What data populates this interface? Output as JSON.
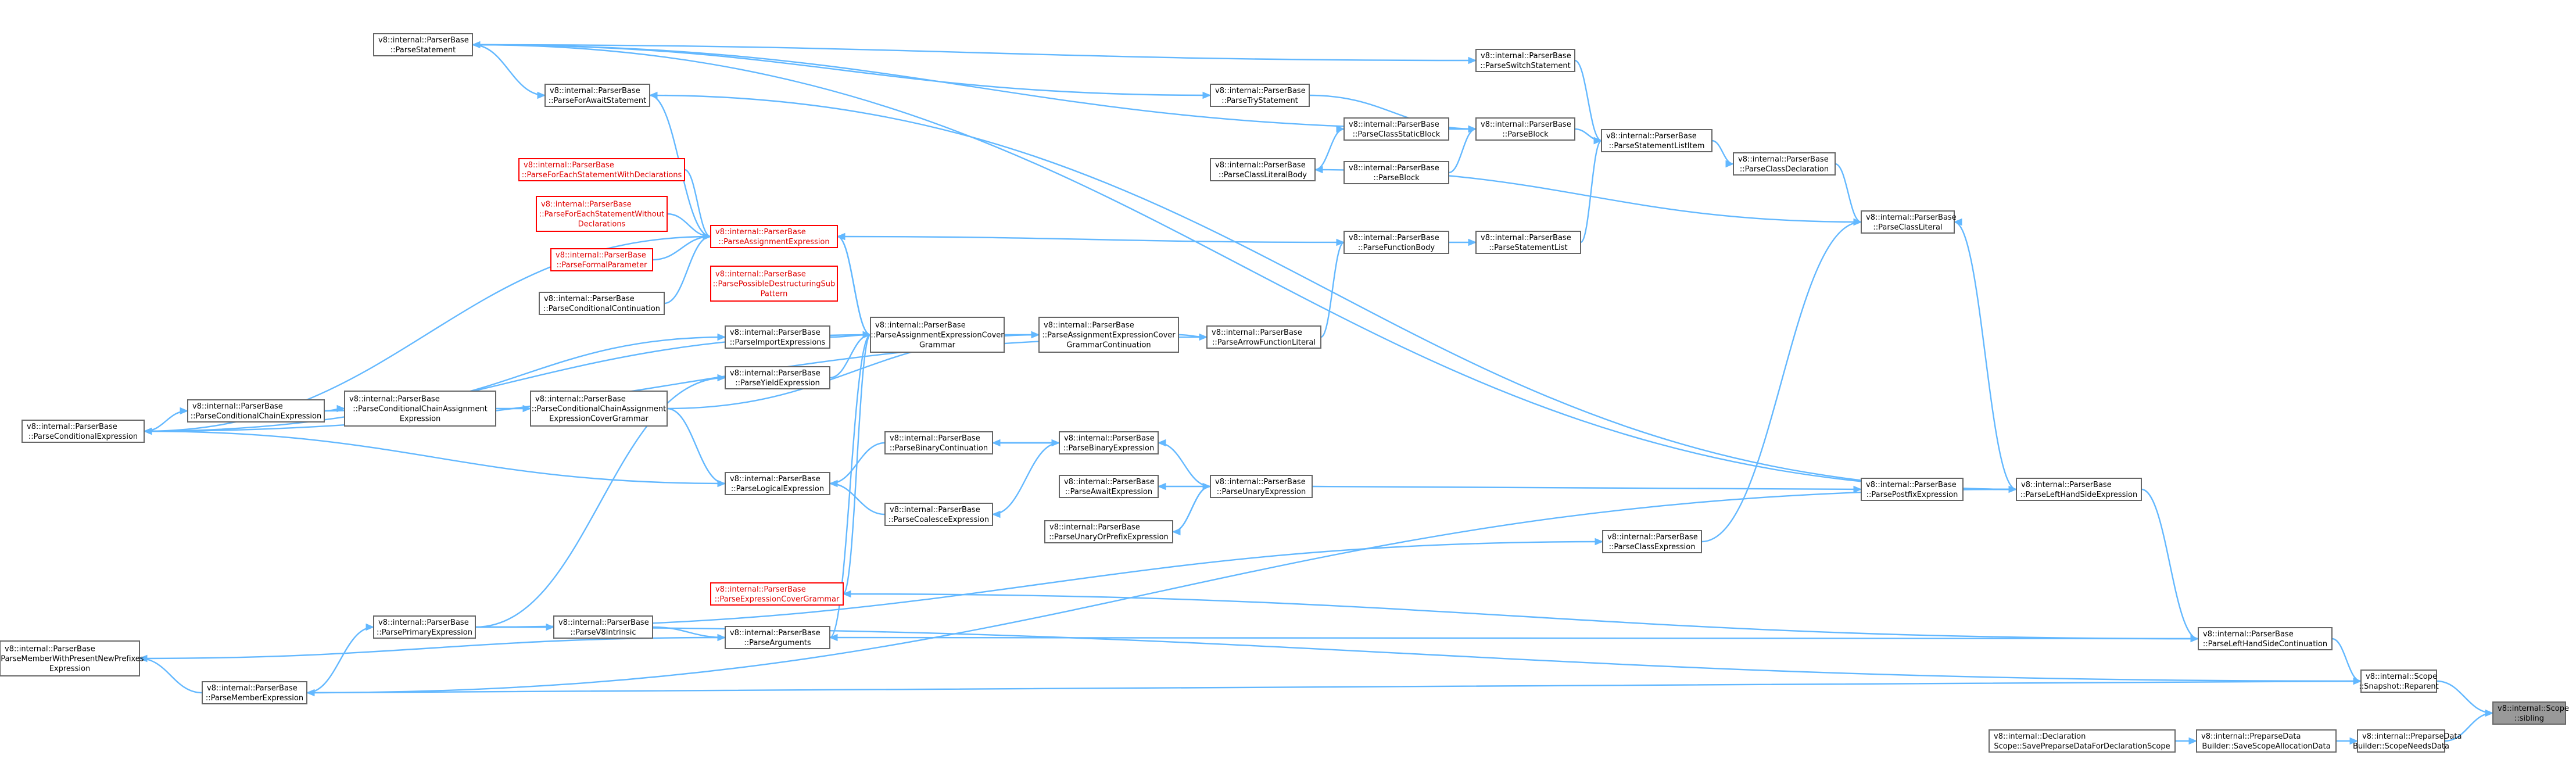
{
  "nodes": [
    {
      "id": "scope_sibling",
      "lines": [
        "v8::internal::Scope",
        "::sibling"
      ],
      "style": "gray",
      "interactable": false
    },
    {
      "id": "snapshot_reparent",
      "lines": [
        "v8::internal::Scope",
        "::Snapshot::Reparent"
      ],
      "style": "normal",
      "interactable": true
    },
    {
      "id": "scope_needs_data",
      "lines": [
        "v8::internal::PreparseData",
        "Builder::ScopeNeedsData"
      ],
      "style": "normal",
      "interactable": true
    },
    {
      "id": "save_scope_alloc",
      "lines": [
        "v8::internal::PreparseData",
        "Builder::SaveScopeAllocationData"
      ],
      "style": "normal",
      "interactable": true
    },
    {
      "id": "save_preparse_decl",
      "lines": [
        "v8::internal::Declaration",
        "Scope::SavePreparseDataForDeclarationScope"
      ],
      "style": "normal",
      "interactable": true
    },
    {
      "id": "lhs_continuation",
      "lines": [
        "v8::internal::ParserBase",
        "::ParseLeftHandSideContinuation"
      ],
      "style": "normal",
      "interactable": true
    },
    {
      "id": "lhs_expression",
      "lines": [
        "v8::internal::ParserBase",
        "::ParseLeftHandSideExpression"
      ],
      "style": "normal",
      "interactable": true
    },
    {
      "id": "postfix_expr",
      "lines": [
        "v8::internal::ParserBase",
        "::ParsePostfixExpression"
      ],
      "style": "normal",
      "interactable": true
    },
    {
      "id": "class_literal",
      "lines": [
        "v8::internal::ParserBase",
        "::ParseClassLiteral"
      ],
      "style": "normal",
      "interactable": true
    },
    {
      "id": "class_declaration",
      "lines": [
        "v8::internal::ParserBase",
        "::ParseClassDeclaration"
      ],
      "style": "normal",
      "interactable": true
    },
    {
      "id": "statement_list_item",
      "lines": [
        "v8::internal::ParserBase",
        "::ParseStatementListItem"
      ],
      "style": "normal",
      "interactable": true
    },
    {
      "id": "switch_statement",
      "lines": [
        "v8::internal::ParserBase",
        "::ParseSwitchStatement"
      ],
      "style": "normal",
      "interactable": true
    },
    {
      "id": "parse_block",
      "lines": [
        "v8::internal::ParserBase",
        "::ParseBlock"
      ],
      "style": "normal",
      "interactable": true
    },
    {
      "id": "class_static_block",
      "lines": [
        "v8::internal::ParserBase",
        "::ParseClassStaticBlock"
      ],
      "style": "normal",
      "interactable": true
    },
    {
      "id": "parse_block2",
      "lines": [
        "v8::internal::ParserBase",
        "::ParseBlock"
      ],
      "style": "normal",
      "interactable": true
    },
    {
      "id": "class_literal_body",
      "lines": [
        "v8::internal::ParserBase",
        "::ParseClassLiteralBody"
      ],
      "style": "normal",
      "interactable": true
    },
    {
      "id": "try_statement",
      "lines": [
        "v8::internal::ParserBase",
        "::ParseTryStatement"
      ],
      "style": "normal",
      "interactable": true
    },
    {
      "id": "parse_statement",
      "lines": [
        "v8::internal::ParserBase",
        "::ParseStatement"
      ],
      "style": "normal",
      "interactable": true
    },
    {
      "id": "for_await",
      "lines": [
        "v8::internal::ParserBase",
        "::ParseForAwaitStatement"
      ],
      "style": "normal",
      "interactable": true
    },
    {
      "id": "statement_list",
      "lines": [
        "v8::internal::ParserBase",
        "::ParseStatementList"
      ],
      "style": "normal",
      "interactable": true
    },
    {
      "id": "function_body",
      "lines": [
        "v8::internal::ParserBase",
        "::ParseFunctionBody"
      ],
      "style": "normal",
      "interactable": true
    },
    {
      "id": "arrow_function",
      "lines": [
        "v8::internal::ParserBase",
        "::ParseArrowFunctionLiteral"
      ],
      "style": "normal",
      "interactable": true
    },
    {
      "id": "aecg_continuation",
      "lines": [
        "v8::internal::ParserBase",
        "::ParseAssignmentExpressionCover",
        "GrammarContinuation"
      ],
      "style": "normal",
      "interactable": true
    },
    {
      "id": "aecg",
      "lines": [
        "v8::internal::ParserBase",
        "::ParseAssignmentExpressionCover",
        "Grammar"
      ],
      "style": "normal",
      "interactable": true
    },
    {
      "id": "assignment_expr",
      "lines": [
        "v8::internal::ParserBase",
        "::ParseAssignmentExpression"
      ],
      "style": "red",
      "interactable": true
    },
    {
      "id": "foreach_with_decl",
      "lines": [
        "v8::internal::ParserBase",
        "::ParseForEachStatementWithDeclarations"
      ],
      "style": "red",
      "interactable": true
    },
    {
      "id": "foreach_without_decl",
      "lines": [
        "v8::internal::ParserBase",
        "::ParseForEachStatementWithout",
        "Declarations"
      ],
      "style": "red",
      "interactable": true
    },
    {
      "id": "formal_parameter",
      "lines": [
        "v8::internal::ParserBase",
        "::ParseFormalParameter"
      ],
      "style": "red",
      "interactable": true
    },
    {
      "id": "conditional_continuation",
      "lines": [
        "v8::internal::ParserBase",
        "::ParseConditionalContinuation"
      ],
      "style": "normal",
      "interactable": true
    },
    {
      "id": "possible_destructuring",
      "lines": [
        "v8::internal::ParserBase",
        "::ParsePossibleDestructuringSub",
        "Pattern"
      ],
      "style": "red",
      "interactable": true
    },
    {
      "id": "import_expressions",
      "lines": [
        "v8::internal::ParserBase",
        "::ParseImportExpressions"
      ],
      "style": "normal",
      "interactable": true
    },
    {
      "id": "yield_expression",
      "lines": [
        "v8::internal::ParserBase",
        "::ParseYieldExpression"
      ],
      "style": "normal",
      "interactable": true
    },
    {
      "id": "conditional_chain_aecg",
      "lines": [
        "v8::internal::ParserBase",
        "::ParseConditionalChainAssignment",
        "ExpressionCoverGrammar"
      ],
      "style": "normal",
      "interactable": true
    },
    {
      "id": "conditional_chain_assignment",
      "lines": [
        "v8::internal::ParserBase",
        "::ParseConditionalChainAssignment",
        "Expression"
      ],
      "style": "normal",
      "interactable": true
    },
    {
      "id": "conditional_chain_expr",
      "lines": [
        "v8::internal::ParserBase",
        "::ParseConditionalChainExpression"
      ],
      "style": "normal",
      "interactable": true
    },
    {
      "id": "conditional_expr",
      "lines": [
        "v8::internal::ParserBase",
        "::ParseConditionalExpression"
      ],
      "style": "normal",
      "interactable": true
    },
    {
      "id": "logical_expr",
      "lines": [
        "v8::internal::ParserBase",
        "::ParseLogicalExpression"
      ],
      "style": "normal",
      "interactable": true
    },
    {
      "id": "binary_continuation",
      "lines": [
        "v8::internal::ParserBase",
        "::ParseBinaryContinuation"
      ],
      "style": "normal",
      "interactable": true
    },
    {
      "id": "coalesce_expr",
      "lines": [
        "v8::internal::ParserBase",
        "::ParseCoalesceExpression"
      ],
      "style": "normal",
      "interactable": true
    },
    {
      "id": "binary_expr",
      "lines": [
        "v8::internal::ParserBase",
        "::ParseBinaryExpression"
      ],
      "style": "normal",
      "interactable": true
    },
    {
      "id": "await_expr",
      "lines": [
        "v8::internal::ParserBase",
        "::ParseAwaitExpression"
      ],
      "style": "normal",
      "interactable": true
    },
    {
      "id": "unary_or_prefix",
      "lines": [
        "v8::internal::ParserBase",
        "::ParseUnaryOrPrefixExpression"
      ],
      "style": "normal",
      "interactable": true
    },
    {
      "id": "unary_expr",
      "lines": [
        "v8::internal::ParserBase",
        "::ParseUnaryExpression"
      ],
      "style": "normal",
      "interactable": true
    },
    {
      "id": "class_expression",
      "lines": [
        "v8::internal::ParserBase",
        "::ParseClassExpression"
      ],
      "style": "normal",
      "interactable": true
    },
    {
      "id": "expression_cover_grammar",
      "lines": [
        "v8::internal::ParserBase",
        "::ParseExpressionCoverGrammar"
      ],
      "style": "red",
      "interactable": true
    },
    {
      "id": "parse_arguments",
      "lines": [
        "v8::internal::ParserBase",
        "::ParseArguments"
      ],
      "style": "normal",
      "interactable": true
    },
    {
      "id": "v8_intrinsic",
      "lines": [
        "v8::internal::ParserBase",
        "::ParseV8Intrinsic"
      ],
      "style": "normal",
      "interactable": true
    },
    {
      "id": "primary_expr",
      "lines": [
        "v8::internal::ParserBase",
        "::ParsePrimaryExpression"
      ],
      "style": "normal",
      "interactable": true
    },
    {
      "id": "member_expr",
      "lines": [
        "v8::internal::ParserBase",
        "::ParseMemberExpression"
      ],
      "style": "normal",
      "interactable": true
    },
    {
      "id": "member_new_prefixes",
      "lines": [
        "v8::internal::ParserBase",
        "::ParseMemberWithPresentNewPrefixes",
        "Expression"
      ],
      "style": "normal",
      "interactable": true
    }
  ]
}
